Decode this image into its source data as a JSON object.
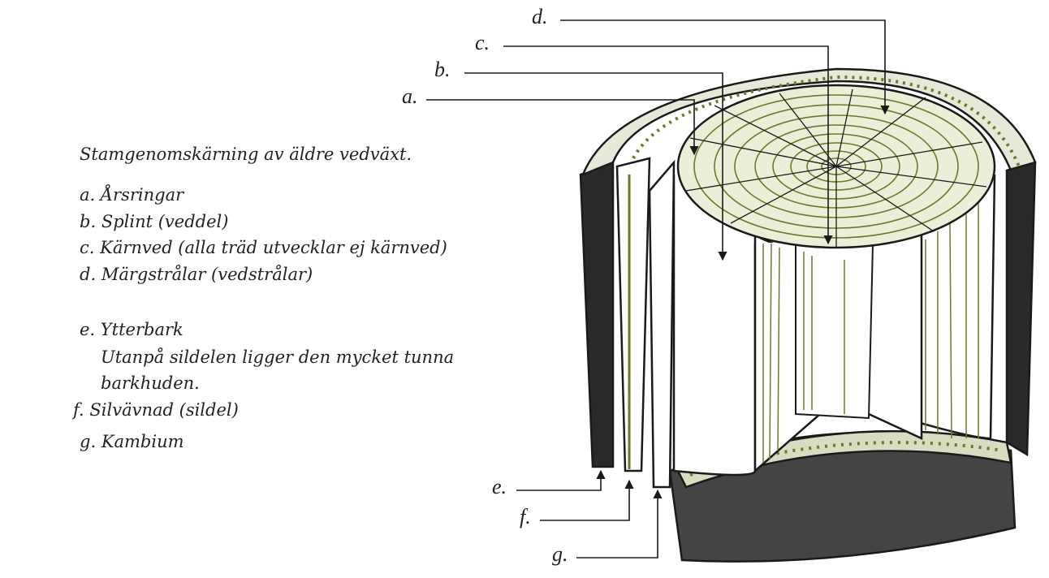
{
  "legend": {
    "title": "Stamgenomskärning av äldre vedväxt.",
    "items": [
      {
        "key": "a.",
        "text": "Årsringar"
      },
      {
        "key": "b.",
        "text": "Splint (veddel)"
      },
      {
        "key": "c.",
        "text": "Kärnved (alla träd utvecklar ej kärnved)"
      },
      {
        "key": "d.",
        "text": "Märgstrålar (vedstrålar)"
      },
      {
        "key": "e.",
        "text": "Ytterbark"
      },
      {
        "key": "f.",
        "text": "Silvävnad (sildel)"
      },
      {
        "key": "g.",
        "text": "Kambium"
      }
    ],
    "note_line1": "Utanpå sildelen ligger den mycket tunna",
    "note_line2": "barkhuden."
  },
  "labels": {
    "a": "a.",
    "b": "b.",
    "c": "c.",
    "d": "d.",
    "e": "e.",
    "f": "f.",
    "g": "g."
  },
  "colors": {
    "ink": "#1a1a1a",
    "wood": "#6b7a2a",
    "bark": "#2a2a2a"
  }
}
